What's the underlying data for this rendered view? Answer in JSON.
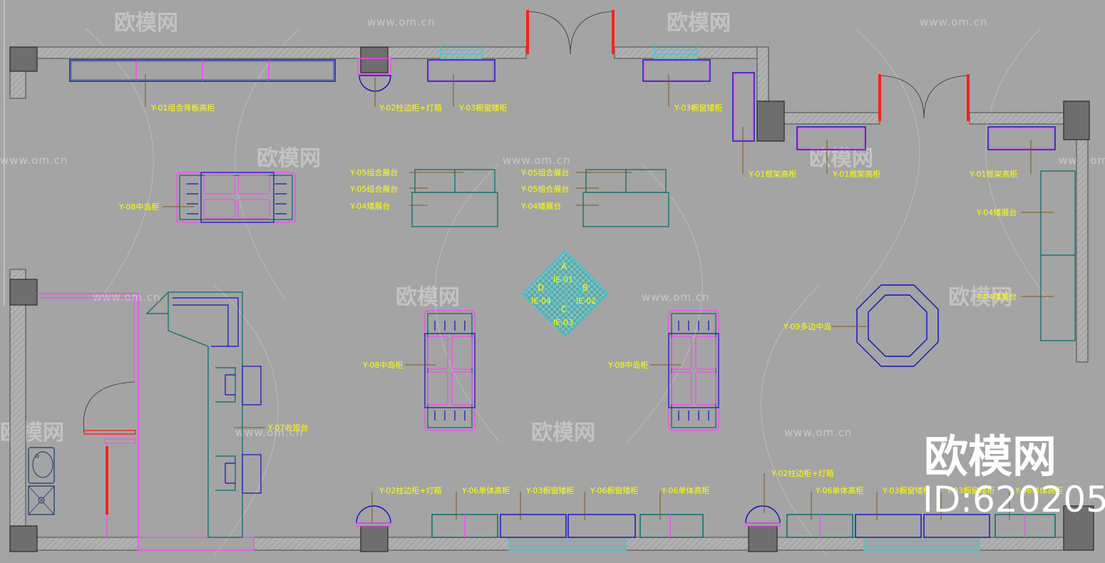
{
  "watermark": {
    "brand": "欧模网",
    "url": "www.om.cn",
    "big_brand": "欧模网",
    "id_text": "ID:620205"
  },
  "labels": {
    "y01": "Y-01组合背板高柜",
    "y02a": "Y-02柱边柜+灯箱",
    "y03a": "Y-03橱窗矮柜",
    "y03b": "Y-03橱窗矮柜",
    "y01b": "Y-01框架高柜",
    "y01c": "Y-01框架高柜",
    "y01d": "Y-01框架高柜",
    "y05a": "Y-05组合展台",
    "y05b": "Y-05组合展台",
    "y04a": "Y-04矮展台",
    "y05c": "Y-05组合展台",
    "y05d": "Y-05组合展台",
    "y04b": "Y-04矮展台",
    "y04c": "Y-04矮展台",
    "y08a": "Y-08中岛柜",
    "y08b": "Y-08中岛柜",
    "y08c": "Y-08中岛柜",
    "y09": "Y-09多边中岛",
    "y04d": "Y-04矮展台",
    "y07": "Y-07收银台",
    "y02b": "Y-02柱边柜+灯箱",
    "y06a": "Y-06单体高柜",
    "y03c": "Y-03橱窗矮柜",
    "y06b": "Y-06橱窗矮柜",
    "y06c": "Y-06单体高柜",
    "y02c": "Y-02柱边柜+灯箱",
    "y06d": "Y-06单体高柜",
    "y03d": "Y-03橱窗矮柜",
    "y03e": "Y-03橱窗矮柜",
    "y06e": "Y-06单体高柜"
  },
  "elevation_marker": {
    "a": "A",
    "b": "B",
    "c": "C",
    "d": "D",
    "ie01": "IE-01",
    "ie02": "IE-02",
    "ie03": "IE-03",
    "ie04": "IE-04"
  },
  "colors": {
    "background": "#a4a4a4",
    "label": "#ffff00",
    "magenta": "#ff40ff",
    "blue": "#1010c0",
    "cyan": "#20d0e0",
    "teal": "#006a6a",
    "red": "#ff2020"
  }
}
